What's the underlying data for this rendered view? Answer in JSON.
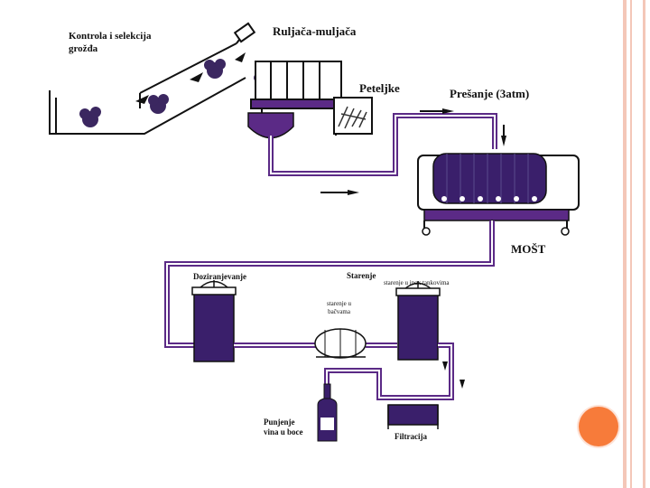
{
  "colors": {
    "pipe": "#5b2a86",
    "wine": "#3a1f6b",
    "grape": "#3b2760",
    "accent_circle": "#f77b3a",
    "border_stripe": "#f4c7b8"
  },
  "diagram": {
    "top": {
      "control_label": "Kontrola i selekcija\ngrožđa",
      "crusher_label": "Ruljača-muljača",
      "stems_label": "Peteljke",
      "press_label": "Prešanje (3atm)",
      "must_label": "MOŠT"
    },
    "bottom": {
      "dosing_label": "Doziranjevanje",
      "aging_label": "Starenje",
      "aging_sub_label": "starenje u inox tankovima",
      "barrel_label": "starenje u\nbačvama",
      "bottling_label": "Punjenje\nvina u boce",
      "filtration_label": "Filtracija"
    }
  }
}
